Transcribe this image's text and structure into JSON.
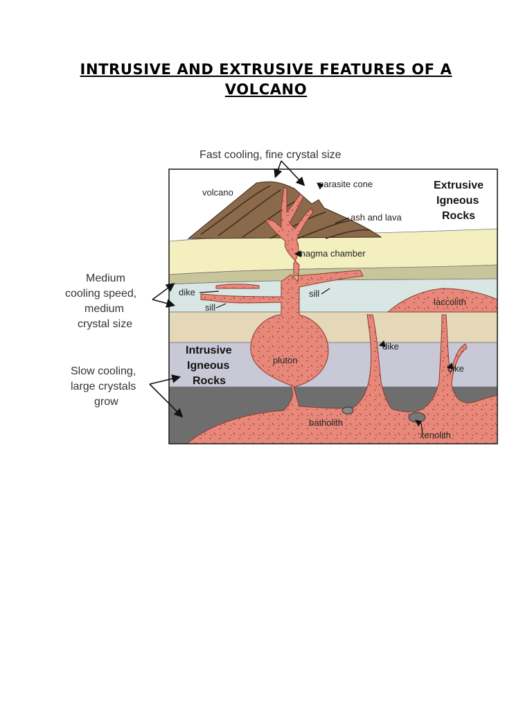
{
  "document": {
    "title_line1": "INTRUSIVE AND EXTRUSIVE FEATURES OF A",
    "title_line2": "VOLCANO"
  },
  "diagram": {
    "top_caption": "Fast cooling, fine crystal size",
    "left_medium": [
      "Medium",
      "cooling speed,",
      "medium",
      "crystal size"
    ],
    "left_slow": [
      "Slow cooling,",
      "large crystals",
      "grow"
    ],
    "extrusive": [
      "Extrusive",
      "Igneous",
      "Rocks"
    ],
    "intrusive": [
      "Intrusive",
      "Igneous",
      "Rocks"
    ],
    "labels": {
      "volcano": "volcano",
      "parasite_cone": "parasite cone",
      "ash_and_lava": "ash and lava",
      "magma_chamber": "magma chamber",
      "dike_left": "dike",
      "sill_left": "sill",
      "sill_right": "sill",
      "laccolith": "laccolith",
      "pluton": "pluton",
      "dike_mid": "dike",
      "dike_right": "dike",
      "batholith": "batholith",
      "xenolith": "xenolith"
    },
    "colors": {
      "magma": "#e8887a",
      "volcano": "#8a6a4a",
      "layer_yellow": "#f3efbf",
      "layer_olive": "#c9c59a",
      "layer_blue": "#d8e6e4",
      "layer_tan": "#e4d8b8",
      "layer_lavender": "#c8c8d6",
      "layer_dark": "#6e6e6e"
    }
  }
}
